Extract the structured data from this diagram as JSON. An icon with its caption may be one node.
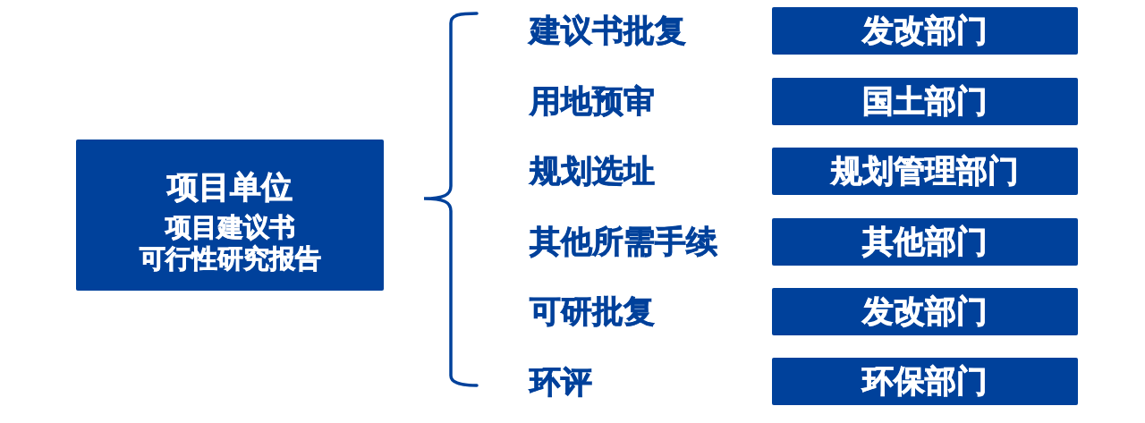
{
  "diagram": {
    "nodes": [
      {
        "text": [
          "项目单位",
          "项目建议书",
          "可行性研究报告"
        ]
      },
      {
        "text": [
          "发改部门"
        ]
      },
      {
        "text": [
          "国土部门"
        ]
      },
      {
        "text": [
          "规划管理部门"
        ]
      },
      {
        "text": [
          "其他部门"
        ]
      },
      {
        "text": [
          "发改部门"
        ]
      },
      {
        "text": [
          "环保部门"
        ]
      }
    ],
    "labels": [
      "建议书批复",
      "用地预审",
      "规划选址",
      "其他所需手续",
      "可研批复",
      "环评"
    ]
  }
}
